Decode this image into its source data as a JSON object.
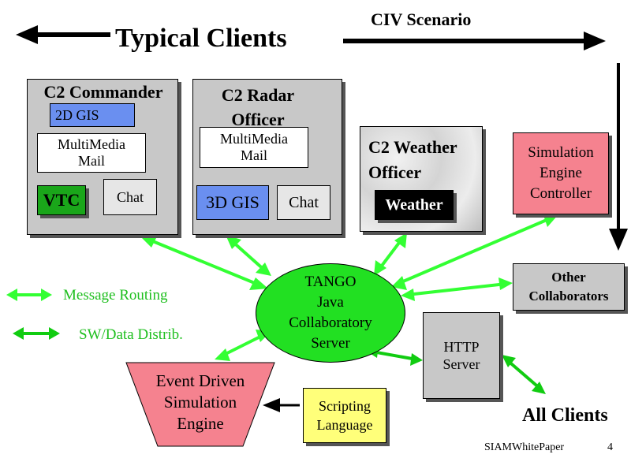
{
  "headings": {
    "typical_clients": "Typical Clients",
    "civ_scenario": "CIV Scenario",
    "all_clients": "All Clients"
  },
  "clients": {
    "commander": {
      "title": "C2 Commander",
      "gis": "2D GIS",
      "mail": "MultiMedia\nMail",
      "vtc": "VTC",
      "chat": "Chat"
    },
    "radar": {
      "title": "C2 Radar\nOfficer",
      "mail": "MultiMedia\nMail",
      "gis": "3D GIS",
      "chat": "Chat"
    },
    "weather": {
      "title": "C2 Weather\nOfficer",
      "tool": "Weather"
    }
  },
  "nodes": {
    "sim_controller": "Simulation\nEngine\nController",
    "other_collaborators": "Other\nCollaborators",
    "server": "TANGO\nJava\nCollaboratory\nServer",
    "http_server": "HTTP\nServer",
    "event_engine": "Event Driven\nSimulation\nEngine",
    "scripting": "Scripting\nLanguage"
  },
  "legend": {
    "message_routing": "Message Routing",
    "sw_data": "SW/Data Distrib."
  },
  "footer": {
    "doc": "SIAMWhitePaper",
    "page": "4"
  },
  "colors": {
    "client_gray": "#c8c8c8",
    "server_green": "#22e022",
    "arrow_light_green": "#33ff33",
    "arrow_dark_green": "#11cc11",
    "gis_blue": "#6a8ff0",
    "vtc_green": "#1aa61a",
    "sim_pink": "#f5828f",
    "scripting_yellow": "#ffff7a",
    "legend_green": "#1fbf1f"
  }
}
